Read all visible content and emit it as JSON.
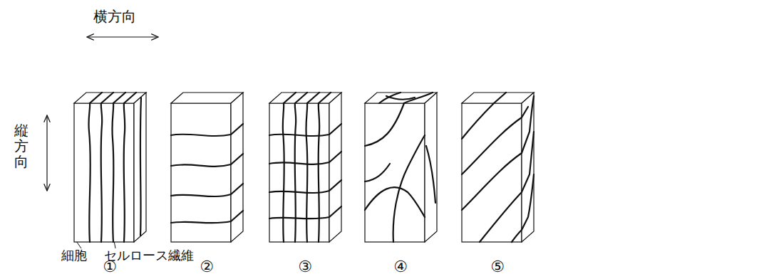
{
  "diagram": {
    "labels": [
      "横方向",
      "縦方向",
      "細胞",
      "セルロース繊維",
      "①",
      "②",
      "③",
      "④",
      "⑤"
    ]
  }
}
